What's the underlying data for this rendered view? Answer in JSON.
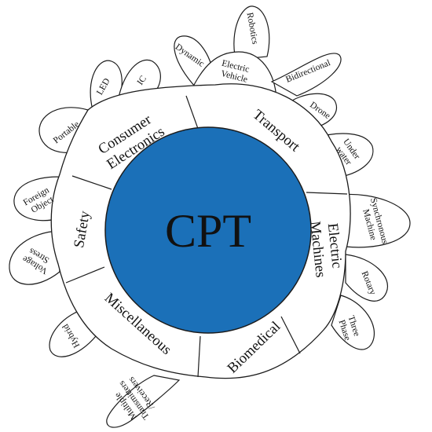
{
  "center": {
    "label": "CPT",
    "color": "#1b70b8"
  },
  "categories": [
    {
      "key": "consumer",
      "lines": [
        "Consumer",
        "Electronics"
      ]
    },
    {
      "key": "transport",
      "lines": [
        "Transport"
      ]
    },
    {
      "key": "electric",
      "lines": [
        "Electric",
        "Machines"
      ]
    },
    {
      "key": "biomedical",
      "lines": [
        "Biomedical"
      ]
    },
    {
      "key": "misc",
      "lines": [
        "Miscellaneous"
      ]
    },
    {
      "key": "safety",
      "lines": [
        "Safety"
      ]
    }
  ],
  "applications": [
    {
      "key": "portable",
      "lines": [
        "Portable"
      ]
    },
    {
      "key": "led",
      "lines": [
        "LED"
      ]
    },
    {
      "key": "ic",
      "lines": [
        "IC"
      ]
    },
    {
      "key": "dynamic",
      "lines": [
        "Dynamic"
      ]
    },
    {
      "key": "robotics",
      "lines": [
        "Robotics"
      ]
    },
    {
      "key": "ev",
      "lines": [
        "Electric",
        "Vehicle"
      ]
    },
    {
      "key": "bidirectional",
      "lines": [
        "Bidirectional"
      ]
    },
    {
      "key": "drone",
      "lines": [
        "Drone"
      ]
    },
    {
      "key": "underwater",
      "lines": [
        "Under",
        "water"
      ]
    },
    {
      "key": "synchronous",
      "lines": [
        "Synchronous",
        "Machine"
      ]
    },
    {
      "key": "rotary",
      "lines": [
        "Rotary"
      ]
    },
    {
      "key": "threephase",
      "lines": [
        "Three",
        "Phase"
      ]
    },
    {
      "key": "multiple",
      "lines": [
        "Multiple",
        "Transmitters",
        "/Receivers"
      ]
    },
    {
      "key": "hybrid",
      "lines": [
        "Hybrid"
      ]
    },
    {
      "key": "voltage",
      "lines": [
        "Voltage",
        "Stress"
      ]
    },
    {
      "key": "foreign",
      "lines": [
        "Foreign",
        "Object"
      ]
    }
  ]
}
